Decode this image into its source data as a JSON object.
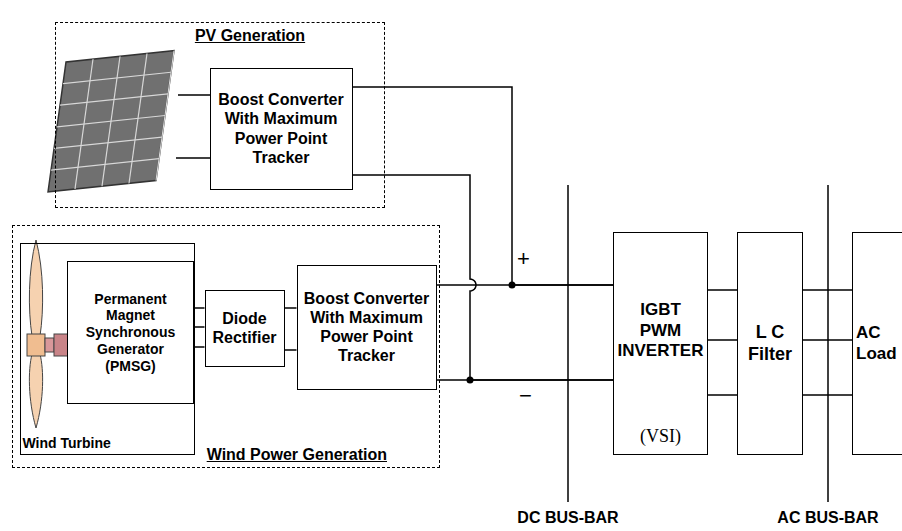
{
  "diagram": {
    "nodes": [
      {
        "text": [
          "PV Generation"
        ]
      },
      {
        "text": [
          "Boost Converter With Maximum Power Point Tracker"
        ],
        "in": 0
      },
      {
        "text": [
          "Wind Power Generation"
        ]
      },
      {
        "text": [
          "Wind Turbine"
        ],
        "in": 2
      },
      {
        "text": [
          "Permanent Magnet Synchronous Generator (PMSG)"
        ],
        "in": 3
      },
      {
        "text": [
          "Diode Rectifier"
        ],
        "in": 2
      },
      {
        "text": [
          "Boost Converter With Maximum Power Point Tracker"
        ],
        "in": 2
      },
      {
        "text": [
          "IGBT PWM INVERTER",
          "(VSI)"
        ]
      },
      {
        "text": [
          "L C Filter"
        ]
      },
      {
        "text": [
          "AC Load"
        ]
      }
    ],
    "edges": [
      {
        "from": 1,
        "to": 7,
        "arrow": "none"
      },
      {
        "from": 4,
        "to": 5,
        "arrow": "none"
      },
      {
        "from": 5,
        "to": 6,
        "arrow": "none"
      },
      {
        "from": 6,
        "to": 7,
        "arrow": "none"
      },
      {
        "from": 7,
        "to": 8,
        "arrow": "none"
      },
      {
        "from": 8,
        "to": 9,
        "arrow": "none"
      }
    ],
    "labels": [
      "+",
      "−",
      "DC BUS-BAR",
      "AC BUS-BAR"
    ]
  }
}
